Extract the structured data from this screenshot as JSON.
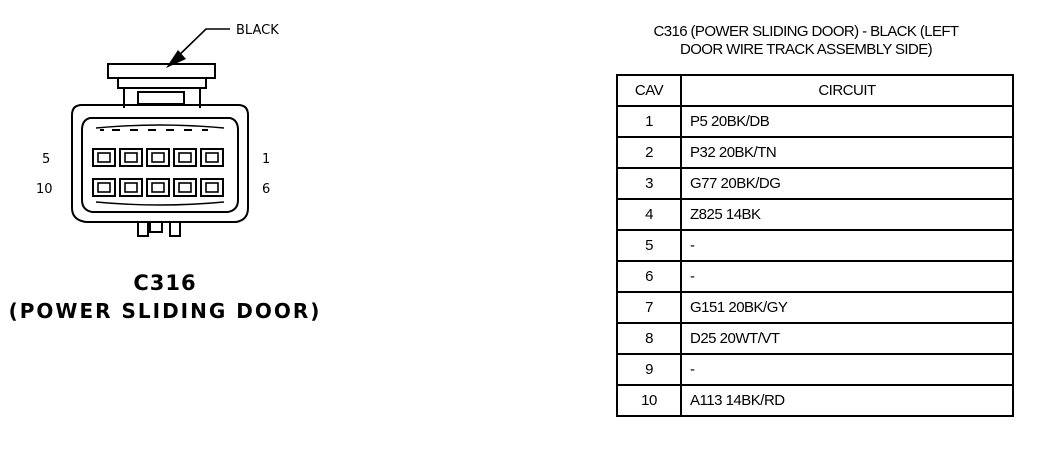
{
  "connector": {
    "color_label": "BLACK",
    "name": "C316",
    "description": "(POWER SLIDING DOOR)",
    "pin_labels": {
      "top_left": "5",
      "top_right": "1",
      "bottom_left": "10",
      "bottom_right": "6"
    }
  },
  "table": {
    "title_line1": "C316 (POWER SLIDING DOOR) - BLACK (LEFT",
    "title_line2": "DOOR WIRE TRACK ASSEMBLY SIDE)",
    "headers": {
      "cav": "CAV",
      "circuit": "CIRCUIT"
    },
    "rows": [
      {
        "cav": "1",
        "circuit": "P5 20BK/DB"
      },
      {
        "cav": "2",
        "circuit": "P32 20BK/TN"
      },
      {
        "cav": "3",
        "circuit": "G77 20BK/DG"
      },
      {
        "cav": "4",
        "circuit": "Z825 14BK"
      },
      {
        "cav": "5",
        "circuit": "-"
      },
      {
        "cav": "6",
        "circuit": "-"
      },
      {
        "cav": "7",
        "circuit": "G151 20BK/GY"
      },
      {
        "cav": "8",
        "circuit": "D25 20WT/VT"
      },
      {
        "cav": "9",
        "circuit": "-"
      },
      {
        "cav": "10",
        "circuit": "A113 14BK/RD"
      }
    ]
  }
}
